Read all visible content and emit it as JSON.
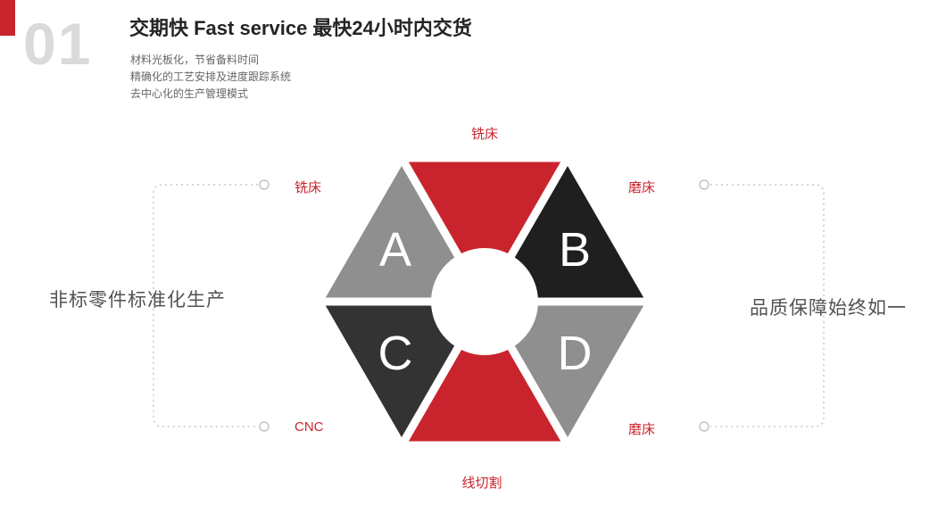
{
  "slide": {
    "index": "01",
    "title": "交期快  Fast service 最快24小时内交货",
    "bullets": [
      "材料光板化，节省备料时间",
      "精确化的工艺安排及进度跟踪系统",
      "去中心化的生产管理模式"
    ]
  },
  "diagram": {
    "labels": {
      "top": "铣床",
      "upper_left": "铣床",
      "upper_right": "磨床",
      "lower_left": "CNC",
      "lower_right": "磨床",
      "bottom": "线切割"
    },
    "letters": {
      "upper_left": "A",
      "upper_right": "B",
      "lower_left": "C",
      "lower_right": "D"
    },
    "left_caption": "非标零件标准化生产",
    "right_caption": "品质保障始终如一"
  },
  "colors": {
    "red": "#c9242d",
    "gray": "#8f8f8f",
    "black": "#1f1f1f",
    "dark": "#333333",
    "index_gray": "#dadada",
    "connector_gray": "#c9c9c9"
  }
}
